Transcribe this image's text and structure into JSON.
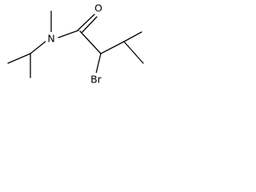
{
  "molecule": {
    "atoms": {
      "oxygen": "O",
      "nitrogen": "N",
      "bromine": "Br"
    },
    "colors": {
      "background": "#ffffff",
      "ink": "#000000"
    }
  }
}
